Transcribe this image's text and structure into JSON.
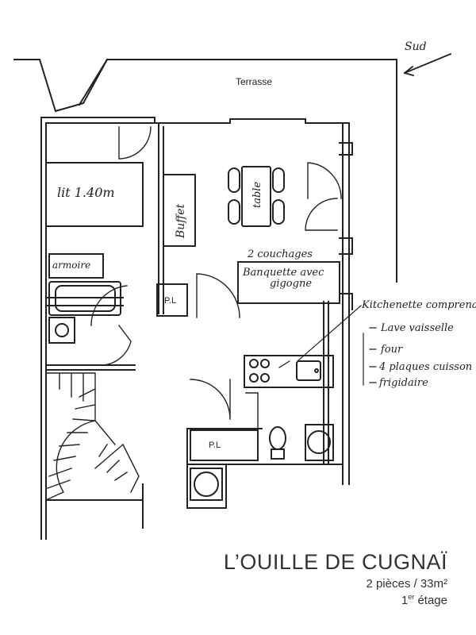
{
  "orientation": {
    "label": "Sud"
  },
  "rooms": {
    "terrace": "Terrasse",
    "bed": "lit 1.40m",
    "buffet": "Buffet",
    "table": "table",
    "wardrobe": "armoire",
    "closet_1": "P.L",
    "closet_2": "P.L"
  },
  "sofa": {
    "line1": "2 couchages",
    "line2": "Banquette avec",
    "line3": "gigogne"
  },
  "kitchen": {
    "title": "Kitchenette comprenant",
    "items": [
      "Lave vaisselle",
      "four",
      "4 plaques cuisson",
      "frigidaire"
    ]
  },
  "caption": {
    "title": "L’OUILLE DE CUGNAÏ",
    "subtitle": "2 pièces / 33m²",
    "floor_number": "1",
    "floor_suffix": "er",
    "floor_word": " étage"
  }
}
